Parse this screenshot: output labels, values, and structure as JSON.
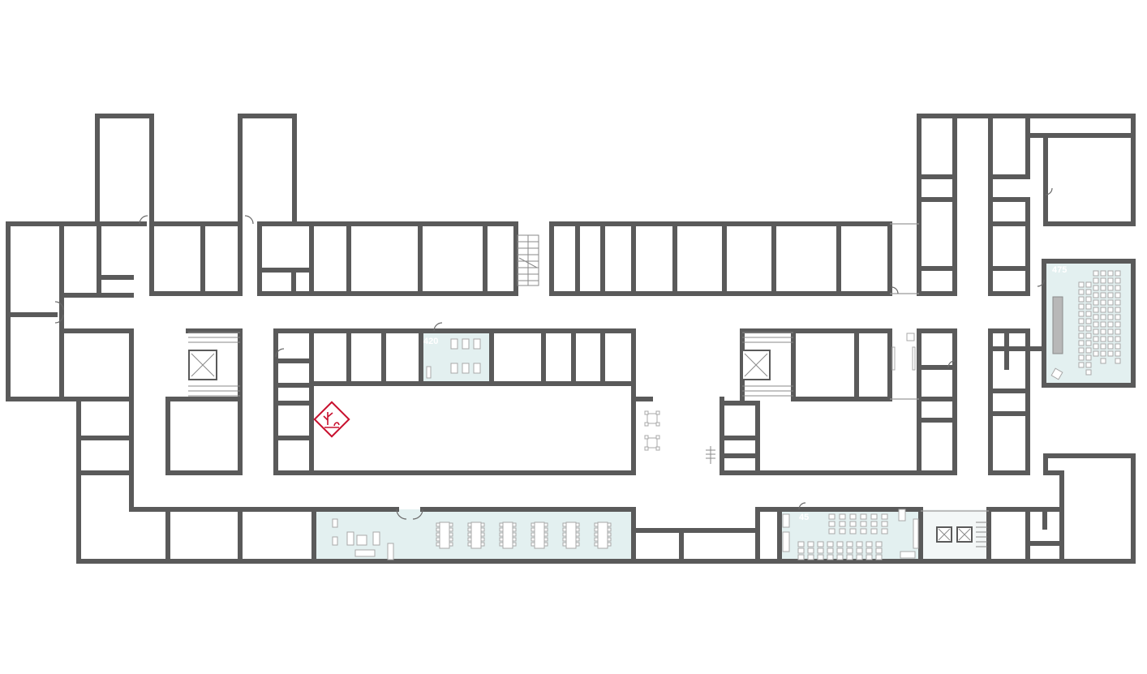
{
  "map": {
    "title": "",
    "labels": {
      "room_420": "420",
      "room_475": "475",
      "room_45x": "45"
    },
    "icons": {
      "hazard": "environmental-hazard-icon",
      "elevator": "elevator-icon",
      "stairs": "stairs-icon",
      "chair": "chair-icon",
      "table": "table-icon"
    },
    "colors": {
      "wall": "#5a5a5a",
      "highlight_room": "#e3f0f0",
      "hazard": "#c8102e",
      "background": "#ffffff"
    }
  }
}
